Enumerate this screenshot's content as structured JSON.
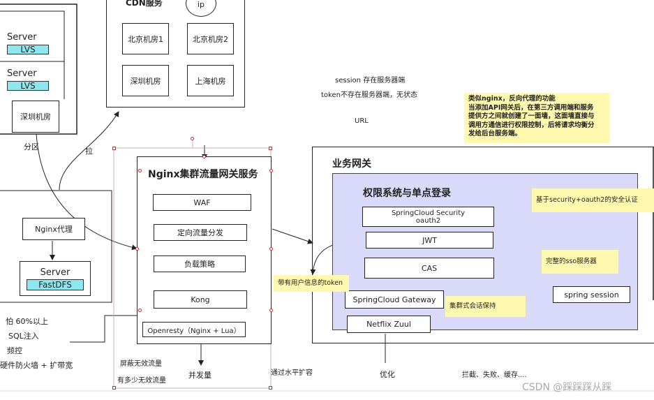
{
  "left_panel": {
    "server1": "Server",
    "lvs1": "LVS",
    "server2": "Server",
    "lvs2": "LVS",
    "shenzhen": "深圳机房",
    "partition": "分区",
    "nginx_proxy": "Nginx代理",
    "server3": "Server",
    "fastdfs": "FastDFS",
    "notes": [
      "怕 60%以上",
      "SQL注入",
      "频控",
      "硬件防火墙 + 扩带宽"
    ]
  },
  "cdn": {
    "title": "CDN服务",
    "ip": "ip",
    "rooms": [
      "北京机房1",
      "北京机房2",
      "深圳机房",
      "上海机房"
    ],
    "pull_label": "拉"
  },
  "nginx_cluster": {
    "title": "Nginx集群流量网关服务",
    "items": [
      "WAF",
      "定向流量分发",
      "负载策略",
      "Kong",
      "Openresty（Nginx + Lua）"
    ],
    "bottom": [
      "屏蔽无效流量",
      "有多少无效流量",
      "并发量"
    ],
    "scale_note": "通过水平扩容"
  },
  "session_notes": {
    "session": "session 存在服务器端",
    "token": "token不存在服务器端，无状态",
    "url": "URL"
  },
  "yellow_note": {
    "lines": [
      "类似nginx，反向代理的功能",
      "当添加API网关后，在第三方调用端和服务",
      "提供方之间就创建了一面墙，这面墙直接与",
      "调用方通信进行权限控制，后将请求均衡分",
      "发给后台服务端。"
    ]
  },
  "business_gateway": {
    "title": "业务网关",
    "auth_title": "权限系统与单点登录",
    "items": [
      "SpringCloud Security\noauth2",
      "JWT",
      "CAS",
      "SpringCloud Gateway",
      "Netflix Zuul"
    ],
    "spring_session": "spring session",
    "token_note": "带有用户信息的token",
    "security_note": "基于security+oauth2的安全认证",
    "sso_note": "完整的sso服务器",
    "cluster_session_note": "集群式会话保持",
    "optimize": "优化",
    "intercept": "拦截、失败、缓存....",
    "watermark": "CSDN @踩踩踩从踩"
  }
}
